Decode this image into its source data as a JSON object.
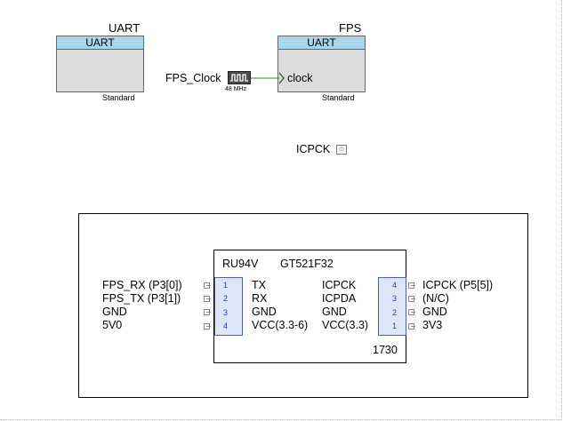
{
  "uart_component": {
    "instance_name": "UART",
    "header_label": "UART",
    "footer_label": "Standard"
  },
  "fps_component": {
    "instance_name": "FPS",
    "header_label": "UART",
    "footer_label": "Standard",
    "clock_pin_label": "clock"
  },
  "clock_source": {
    "name": "FPS_Clock",
    "frequency": "48 MHz"
  },
  "icpck_label": "ICPCK",
  "module": {
    "part_left": "RU94V",
    "part_right": "GT521F32",
    "number": "1730",
    "left_connector": {
      "external_labels": [
        "FPS_RX (P3[0])",
        "FPS_TX (P3[1])",
        "GND",
        "5V0"
      ],
      "pins": [
        "1",
        "2",
        "3",
        "4"
      ],
      "internal_labels": [
        "TX",
        "RX",
        "GND",
        "VCC(3.3-6)"
      ]
    },
    "right_connector": {
      "internal_labels": [
        "ICPCK",
        "ICPDA",
        "GND",
        "VCC(3.3)"
      ],
      "pins": [
        "4",
        "3",
        "2",
        "1"
      ],
      "external_labels": [
        "ICPCK (P5[5])",
        "(N/C)",
        "GND",
        "3V3"
      ]
    }
  }
}
